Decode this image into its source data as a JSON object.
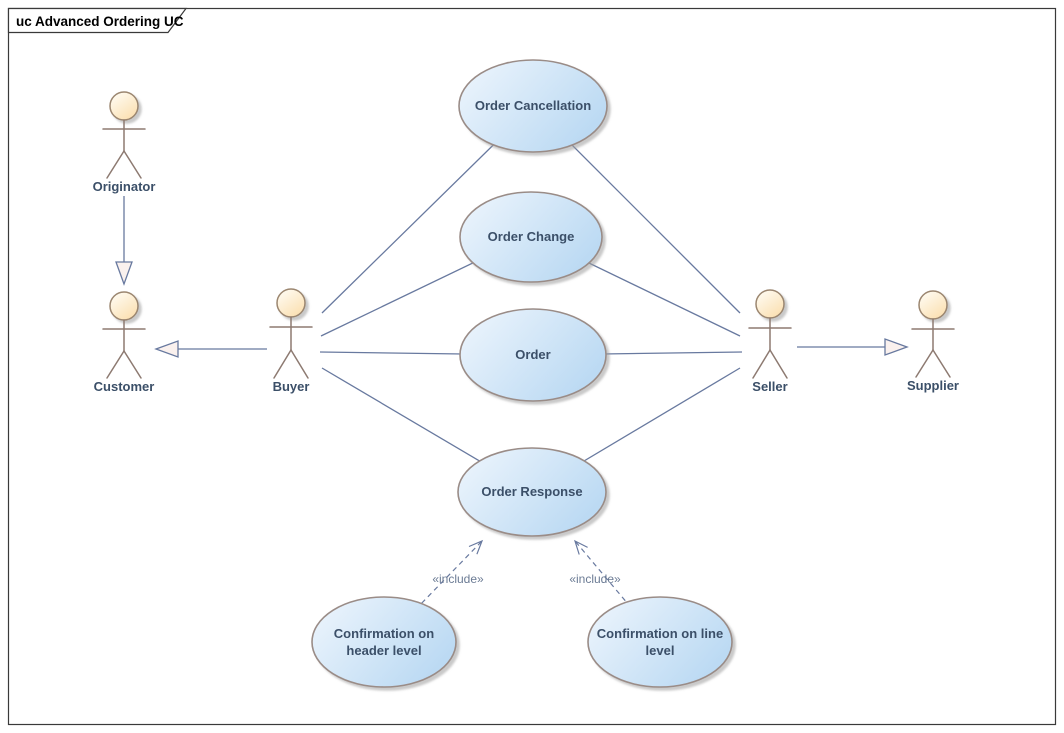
{
  "frame": {
    "kind": "uc",
    "title": "uc Advanced Ordering UC"
  },
  "actors": {
    "originator": {
      "label": "Originator"
    },
    "customer": {
      "label": "Customer"
    },
    "buyer": {
      "label": "Buyer"
    },
    "seller": {
      "label": "Seller"
    },
    "supplier": {
      "label": "Supplier"
    }
  },
  "use_cases": {
    "order_cancellation": {
      "label": "Order Cancellation"
    },
    "order_change": {
      "label": "Order Change"
    },
    "order": {
      "label": "Order"
    },
    "order_response": {
      "label": "Order Response"
    },
    "confirmation_header": {
      "line1": "Confirmation on",
      "line2": "header level"
    },
    "confirmation_line": {
      "line1": "Confirmation on line",
      "line2": "level"
    }
  },
  "relationships": {
    "include_label": "«include»",
    "edges": [
      {
        "from": "Buyer",
        "to": "Order Cancellation",
        "type": "association"
      },
      {
        "from": "Buyer",
        "to": "Order Change",
        "type": "association"
      },
      {
        "from": "Buyer",
        "to": "Order",
        "type": "association"
      },
      {
        "from": "Buyer",
        "to": "Order Response",
        "type": "association"
      },
      {
        "from": "Seller",
        "to": "Order Cancellation",
        "type": "association"
      },
      {
        "from": "Seller",
        "to": "Order Change",
        "type": "association"
      },
      {
        "from": "Seller",
        "to": "Order",
        "type": "association"
      },
      {
        "from": "Seller",
        "to": "Order Response",
        "type": "association"
      },
      {
        "from": "Originator",
        "to": "Customer",
        "type": "generalization"
      },
      {
        "from": "Buyer",
        "to": "Customer",
        "type": "generalization"
      },
      {
        "from": "Seller",
        "to": "Supplier",
        "type": "generalization"
      },
      {
        "from": "Confirmation on header level",
        "to": "Order Response",
        "type": "include"
      },
      {
        "from": "Confirmation on line level",
        "to": "Order Response",
        "type": "include"
      }
    ]
  },
  "colors": {
    "association": "#68799f",
    "usecase-fill-light": "#eff6fd",
    "usecase-fill-dark": "#bcdaf3",
    "usecase-border": "#9a8c87",
    "actor-head-light": "#fffef9",
    "actor-head-dark": "#fbe0b2",
    "actor-stroke": "#9b866f",
    "actor-body": "#8d7a71",
    "label-text": "#3b4f68",
    "include-text": "#6b7b94",
    "arrowhead-fill": "#faf1ee",
    "frame-border": "#3a3a3a"
  }
}
